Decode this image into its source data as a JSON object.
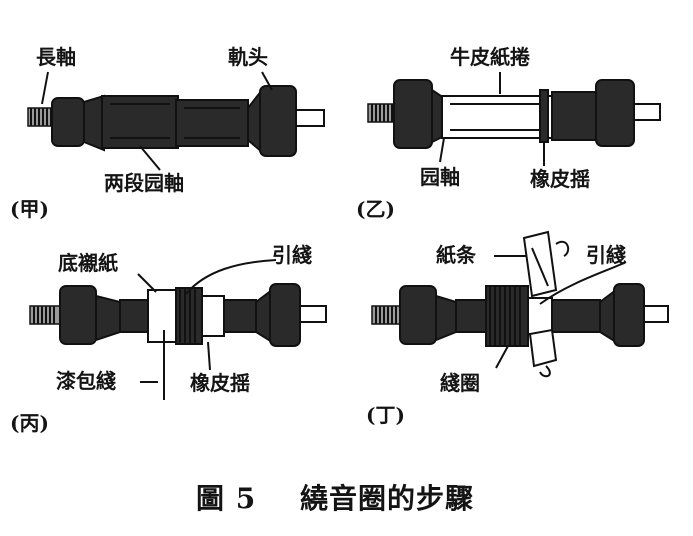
{
  "panels": {
    "jia": {
      "tag": "(甲)",
      "labels": {
        "long_shaft": "長軸",
        "head": "軌头",
        "two_stage": "两段园軸"
      }
    },
    "yi": {
      "tag": "(乙)",
      "labels": {
        "kraft": "牛皮紙捲",
        "round_shaft": "园軸",
        "rubber": "橡皮揺"
      }
    },
    "bing": {
      "tag": "(丙)",
      "labels": {
        "liner": "底襯紙",
        "lead": "引綫",
        "enamel": "漆包綫",
        "rubber": "橡皮揺"
      }
    },
    "ding": {
      "tag": "(丁)",
      "labels": {
        "strip": "紙条",
        "lead": "引綫",
        "coil": "綫圈"
      }
    }
  },
  "caption": {
    "number": "圖 5",
    "title": "繞音圈的步驟"
  },
  "colors": {
    "ink": "#111111",
    "paper": "#ffffff"
  }
}
